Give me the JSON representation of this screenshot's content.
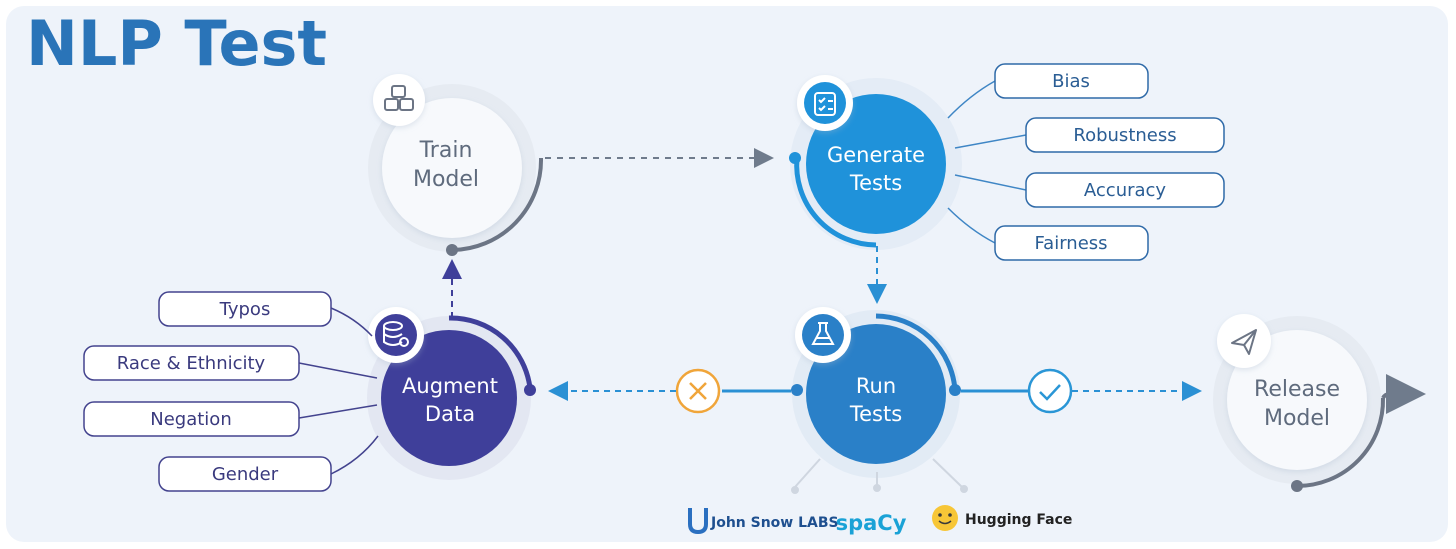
{
  "title": "NLP Test",
  "nodes": {
    "train": [
      "Train",
      "Model"
    ],
    "generate": [
      "Generate",
      "Tests"
    ],
    "run": [
      "Run",
      "Tests"
    ],
    "augment": [
      "Augment",
      "Data"
    ],
    "release": [
      "Release",
      "Model"
    ]
  },
  "test_categories": [
    "Bias",
    "Robustness",
    "Accuracy",
    "Fairness"
  ],
  "augment_categories": [
    "Typos",
    "Race & Ethnicity",
    "Negation",
    "Gender"
  ],
  "integrations": {
    "john_snow_labs": "John Snow LABS",
    "spacy": "spaCy",
    "hugging_face": "Hugging Face"
  },
  "icons": {
    "train": "cubes-icon",
    "generate": "checklist-icon",
    "run": "flask-icon",
    "augment": "database-gear-icon",
    "release": "paper-plane-icon",
    "fail": "x-circle-icon",
    "pass": "check-circle-icon"
  },
  "colors": {
    "title": "#2a74b8",
    "generate": "#1f92da",
    "run": "#2a80c8",
    "augment": "#3f3f9a",
    "fail": "#f0a53a",
    "pass": "#2a96d6",
    "pill_border": "#2f6aa8",
    "augment_pill_border": "#43438e"
  }
}
